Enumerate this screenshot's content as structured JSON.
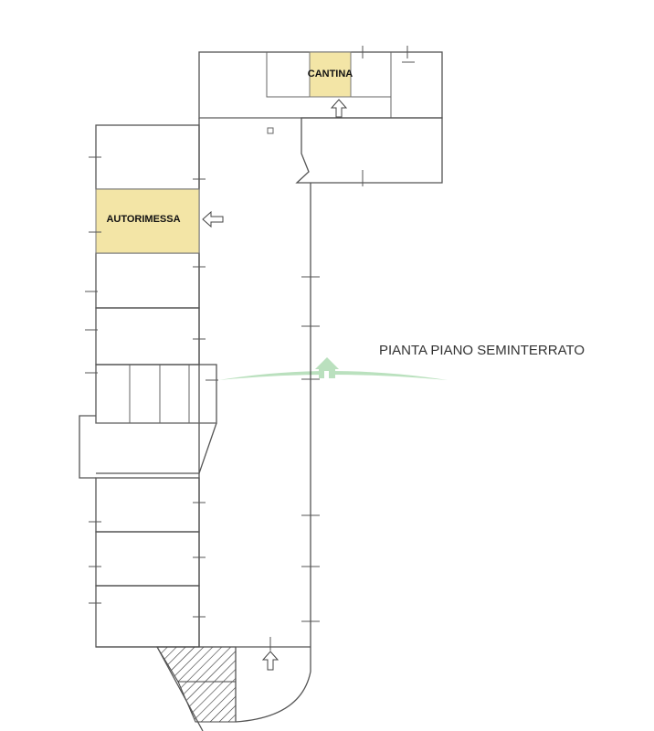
{
  "plan": {
    "title": "PIANTA PIANO SEMINTERRATO",
    "rooms": {
      "cantina": {
        "label": "CANTINA"
      },
      "autorimessa": {
        "label": "AUTORIMESSA"
      }
    },
    "colors": {
      "highlight": "#f3e5a6",
      "walls": "#555555",
      "watermark": "#a9d9ae"
    },
    "icons": [
      "arrow-up-icon",
      "arrow-left-icon",
      "house-watermark-icon"
    ]
  }
}
